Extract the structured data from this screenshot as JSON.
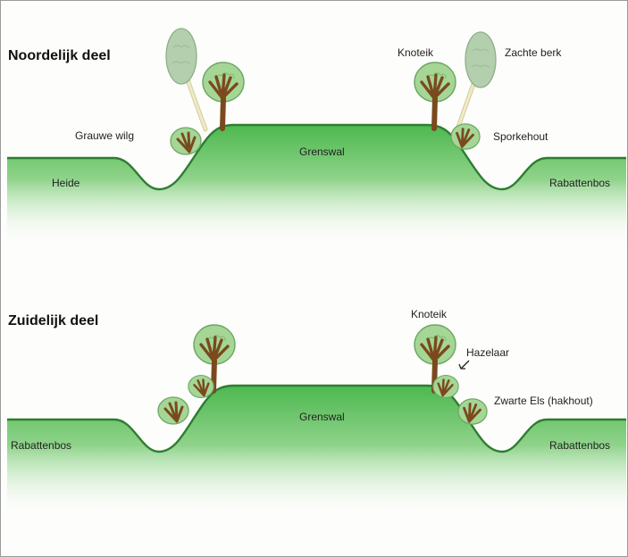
{
  "sections": {
    "north": {
      "title": "Noordelijk deel",
      "labels": {
        "knoteik": "Knoteik",
        "zachte_berk": "Zachte berk",
        "grauwe_wilg": "Grauwe wilg",
        "sporkehout": "Sporkehout",
        "grenswal": "Grenswal",
        "left_area": "Heide",
        "right_area": "Rabattenbos"
      }
    },
    "south": {
      "title": "Zuidelijk deel",
      "labels": {
        "knoteik": "Knoteik",
        "hazelaar": "Hazelaar",
        "zwarte_els": "Zwarte Els (hakhout)",
        "grenswal": "Grenswal",
        "left_area": "Rabattenbos",
        "right_area": "Rabattenbos"
      }
    }
  },
  "colors": {
    "ground_fill": "#5cbf5c",
    "ground_stroke": "#2e7d32",
    "tree_trunk": "#7a4a1e",
    "foliage": "#9ed08a",
    "birch_foliage": "#a9c9a0",
    "birch_trunk": "#e8e2b8"
  }
}
